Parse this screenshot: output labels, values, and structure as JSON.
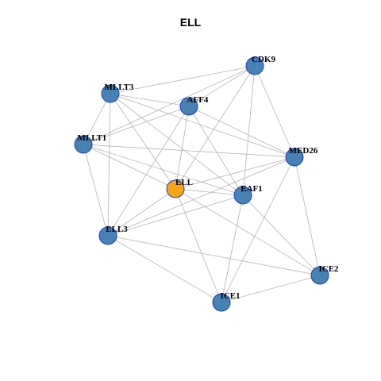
{
  "title": "ELL",
  "colors": {
    "center_node": "#F5A516",
    "neighbor_node": "#4682B4",
    "node_border": "#1F3FBF",
    "edge": "#B3B3B3"
  },
  "nodes": [
    {
      "id": "CDK9",
      "label": "CDK9",
      "role": "neighbor"
    },
    {
      "id": "MLLT3",
      "label": "MLLT3",
      "role": "neighbor"
    },
    {
      "id": "AFF4",
      "label": "AFF4",
      "role": "neighbor"
    },
    {
      "id": "MLLT1",
      "label": "MLLT1",
      "role": "neighbor"
    },
    {
      "id": "MED26",
      "label": "MED26",
      "role": "neighbor"
    },
    {
      "id": "ELL",
      "label": "ELL",
      "role": "center"
    },
    {
      "id": "EAF1",
      "label": "EAF1",
      "role": "neighbor"
    },
    {
      "id": "ELL3",
      "label": "ELL3",
      "role": "neighbor"
    },
    {
      "id": "ICE2",
      "label": "ICE2",
      "role": "neighbor"
    },
    {
      "id": "ICE1",
      "label": "ICE1",
      "role": "neighbor"
    }
  ],
  "edges": [
    [
      "CDK9",
      "MLLT3"
    ],
    [
      "CDK9",
      "AFF4"
    ],
    [
      "CDK9",
      "MLLT1"
    ],
    [
      "CDK9",
      "MED26"
    ],
    [
      "CDK9",
      "ELL"
    ],
    [
      "CDK9",
      "EAF1"
    ],
    [
      "MLLT3",
      "AFF4"
    ],
    [
      "MLLT3",
      "MLLT1"
    ],
    [
      "MLLT3",
      "MED26"
    ],
    [
      "MLLT3",
      "ELL"
    ],
    [
      "MLLT3",
      "EAF1"
    ],
    [
      "MLLT3",
      "ELL3"
    ],
    [
      "AFF4",
      "MLLT1"
    ],
    [
      "AFF4",
      "MED26"
    ],
    [
      "AFF4",
      "ELL"
    ],
    [
      "AFF4",
      "EAF1"
    ],
    [
      "AFF4",
      "ELL3"
    ],
    [
      "MLLT1",
      "MED26"
    ],
    [
      "MLLT1",
      "ELL"
    ],
    [
      "MLLT1",
      "EAF1"
    ],
    [
      "MLLT1",
      "ELL3"
    ],
    [
      "MED26",
      "ELL"
    ],
    [
      "MED26",
      "ELL3"
    ],
    [
      "MED26",
      "ICE2"
    ],
    [
      "MED26",
      "ICE1"
    ],
    [
      "ELL",
      "EAF1"
    ],
    [
      "ELL",
      "ELL3"
    ],
    [
      "ELL",
      "ICE2"
    ],
    [
      "ELL",
      "ICE1"
    ],
    [
      "EAF1",
      "ELL3"
    ],
    [
      "EAF1",
      "ICE2"
    ],
    [
      "EAF1",
      "ICE1"
    ],
    [
      "ELL3",
      "ICE2"
    ],
    [
      "ELL3",
      "ICE1"
    ],
    [
      "ICE2",
      "ICE1"
    ]
  ]
}
